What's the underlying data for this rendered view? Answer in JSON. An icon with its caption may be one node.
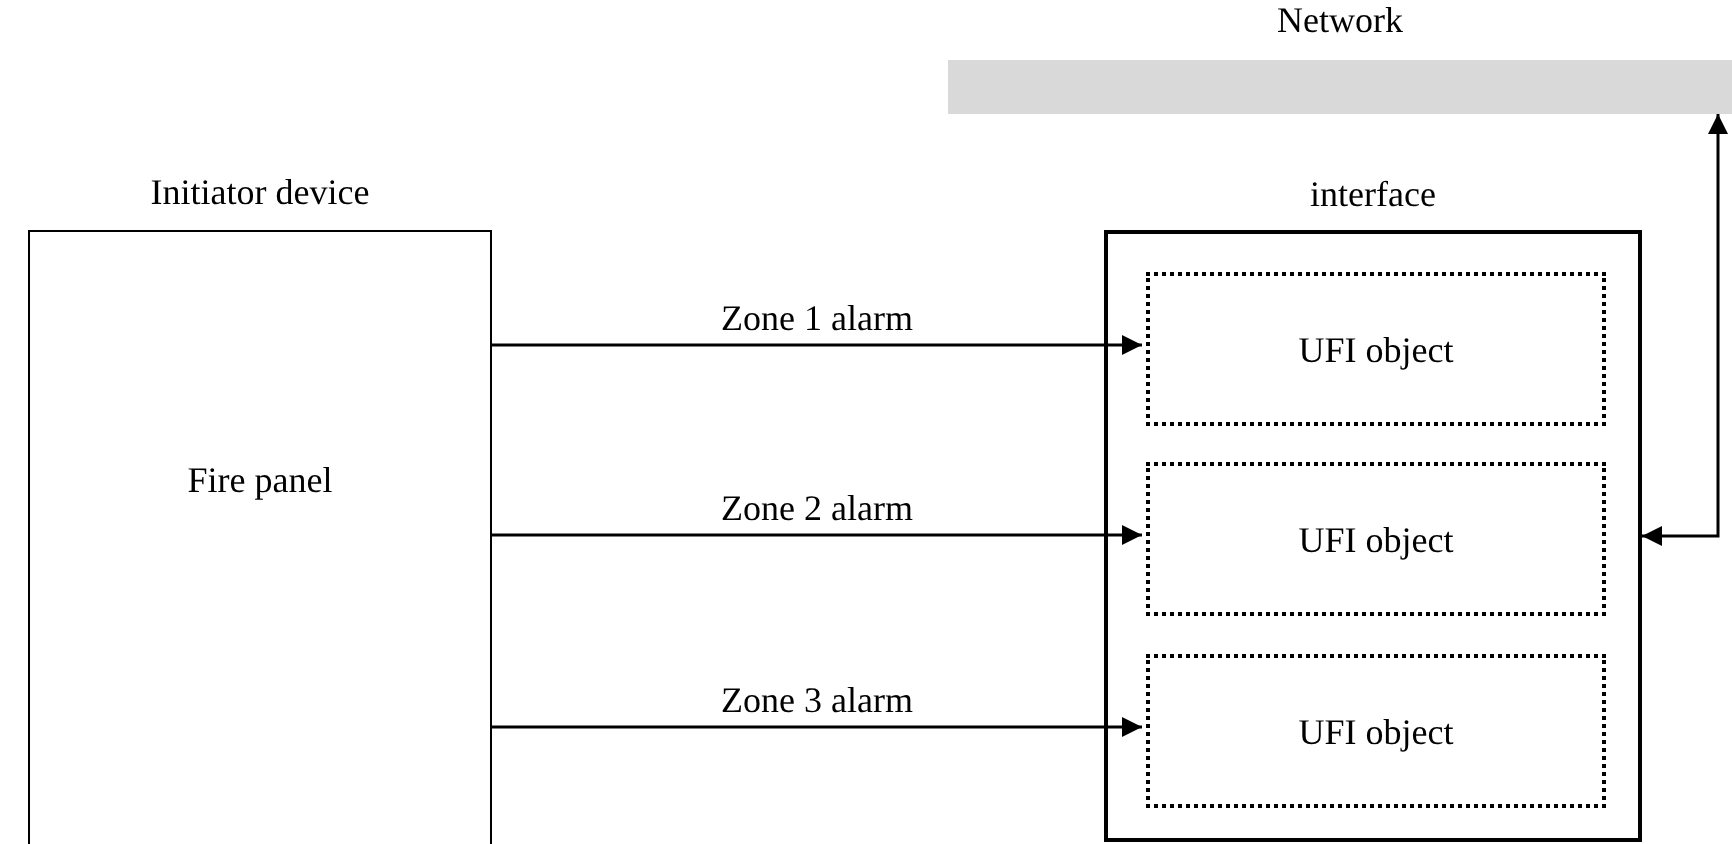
{
  "diagram": {
    "nodes": [
      {
        "text": [
          "Network"
        ]
      },
      {
        "text": [
          "Initiator device",
          "Fire panel"
        ]
      },
      {
        "text": [
          "interface"
        ]
      },
      {
        "text": [
          "UFI object"
        ],
        "in": 2
      },
      {
        "text": [
          "UFI object"
        ],
        "in": 2
      },
      {
        "text": [
          "UFI object"
        ],
        "in": 2
      }
    ],
    "edges": [
      {
        "from": 1,
        "to": 3,
        "arrow": "to",
        "label": "Zone 1 alarm"
      },
      {
        "from": 1,
        "to": 4,
        "arrow": "to",
        "label": "Zone 2 alarm"
      },
      {
        "from": 1,
        "to": 5,
        "arrow": "to",
        "label": "Zone 3 alarm"
      },
      {
        "from": 2,
        "to": 0,
        "arrow": "both"
      }
    ]
  }
}
